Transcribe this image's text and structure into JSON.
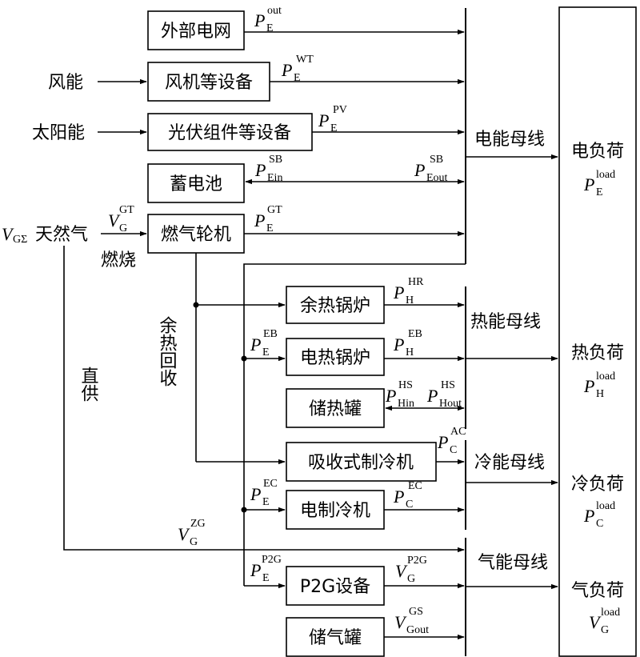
{
  "boxes": {
    "grid": "外部电网",
    "wind_equipment": "风机等设备",
    "pv_equipment": "光伏组件等设备",
    "battery": "蓄电池",
    "gas_turbine": "燃气轮机",
    "waste_heat_boiler": "余热锅炉",
    "electric_boiler": "电热锅炉",
    "heat_storage": "储热罐",
    "absorption_chiller": "吸收式制冷机",
    "electric_chiller": "电制冷机",
    "p2g": "P2G设备",
    "gas_storage": "储气罐"
  },
  "sources": {
    "wind": "风能",
    "solar": "太阳能",
    "natural_gas": "天然气",
    "gas_total_symbol": "V",
    "gas_total_sub": "GΣ",
    "combustion": "燃烧",
    "waste_heat_recovery": "余热回收",
    "direct_supply": "直供"
  },
  "buses": {
    "electric": "电能母线",
    "heat": "热能母线",
    "cold": "冷能母线",
    "gas": "气能母线"
  },
  "loads": {
    "electric": {
      "label": "电负荷",
      "sym": "P",
      "sub": "E",
      "sup": "load"
    },
    "heat": {
      "label": "热负荷",
      "sym": "P",
      "sub": "H",
      "sup": "load"
    },
    "cold": {
      "label": "冷负荷",
      "sym": "P",
      "sub": "C",
      "sup": "load"
    },
    "gas": {
      "label": "气负荷",
      "sym": "V",
      "sub": "G",
      "sup": "load"
    }
  },
  "flows": {
    "p_e_out": {
      "sym": "P",
      "sub": "E",
      "sup": "out"
    },
    "p_e_wt": {
      "sym": "P",
      "sub": "E",
      "sup": "WT"
    },
    "p_e_pv": {
      "sym": "P",
      "sub": "E",
      "sup": "PV"
    },
    "p_ein_sb": {
      "sym": "P",
      "sub": "Ein",
      "sup": "SB"
    },
    "p_eout_sb": {
      "sym": "P",
      "sub": "Eout",
      "sup": "SB"
    },
    "v_g_gt": {
      "sym": "V",
      "sub": "G",
      "sup": "GT"
    },
    "p_e_gt": {
      "sym": "P",
      "sub": "E",
      "sup": "GT"
    },
    "p_h_hr": {
      "sym": "P",
      "sub": "H",
      "sup": "HR"
    },
    "p_e_eb": {
      "sym": "P",
      "sub": "E",
      "sup": "EB"
    },
    "p_h_eb": {
      "sym": "P",
      "sub": "H",
      "sup": "EB"
    },
    "p_hin_hs": {
      "sym": "P",
      "sub": "Hin",
      "sup": "HS"
    },
    "p_hout_hs": {
      "sym": "P",
      "sub": "Hout",
      "sup": "HS"
    },
    "p_c_ac": {
      "sym": "P",
      "sub": "C",
      "sup": "AC"
    },
    "p_e_ec": {
      "sym": "P",
      "sub": "E",
      "sup": "EC"
    },
    "p_c_ec": {
      "sym": "P",
      "sub": "C",
      "sup": "EC"
    },
    "v_g_zg": {
      "sym": "V",
      "sub": "G",
      "sup": "ZG"
    },
    "p_e_p2g": {
      "sym": "P",
      "sub": "E",
      "sup": "P2G"
    },
    "v_g_p2g": {
      "sym": "V",
      "sub": "G",
      "sup": "P2G"
    },
    "v_gout_gs": {
      "sym": "V",
      "sub": "Gout",
      "sup": "GS"
    }
  }
}
